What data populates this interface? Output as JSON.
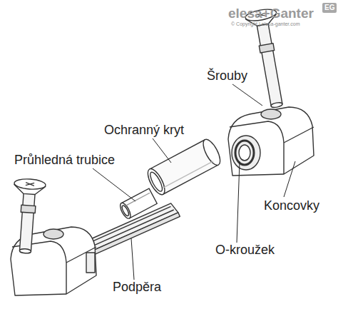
{
  "diagram": {
    "labels": [
      "elesa+Ganter",
      "EG",
      "© Copyright | elesa-ganter.com",
      "Šrouby",
      "Ochranný kryt",
      "Průhledná trubice",
      "Koncovky",
      "O-kroužek",
      "Podpěra"
    ]
  }
}
